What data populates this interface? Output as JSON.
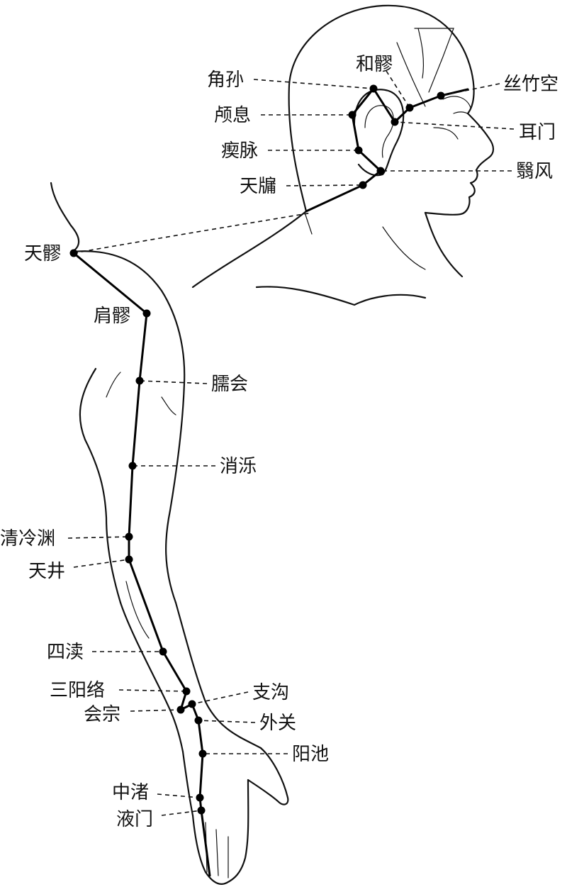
{
  "diagram": {
    "colors": {
      "ink": "#111111",
      "background": "#ffffff"
    },
    "points": [
      {
        "id": "jiaosun",
        "label": "角孙"
      },
      {
        "id": "heliao",
        "label": "和髎"
      },
      {
        "id": "sizhukong",
        "label": "丝竹空"
      },
      {
        "id": "luxi",
        "label": "颅息"
      },
      {
        "id": "ermen",
        "label": "耳门"
      },
      {
        "id": "qimai",
        "label": "瘈脉"
      },
      {
        "id": "yifeng",
        "label": "翳风"
      },
      {
        "id": "tianyou",
        "label": "天牖"
      },
      {
        "id": "tianliao",
        "label": "天髎"
      },
      {
        "id": "jianliao",
        "label": "肩髎"
      },
      {
        "id": "naohui",
        "label": "臑会"
      },
      {
        "id": "xiaoluo",
        "label": "消泺"
      },
      {
        "id": "qinglengyuan",
        "label": "清冷渊"
      },
      {
        "id": "tianjing",
        "label": "天井"
      },
      {
        "id": "sidu",
        "label": "四渎"
      },
      {
        "id": "sanyangluo",
        "label": "三阳络"
      },
      {
        "id": "zhigou",
        "label": "支沟"
      },
      {
        "id": "huizong",
        "label": "会宗"
      },
      {
        "id": "waiguan",
        "label": "外关"
      },
      {
        "id": "yangchi",
        "label": "阳池"
      },
      {
        "id": "zhongzhu",
        "label": "中渚"
      },
      {
        "id": "yemen",
        "label": "液门"
      }
    ]
  }
}
